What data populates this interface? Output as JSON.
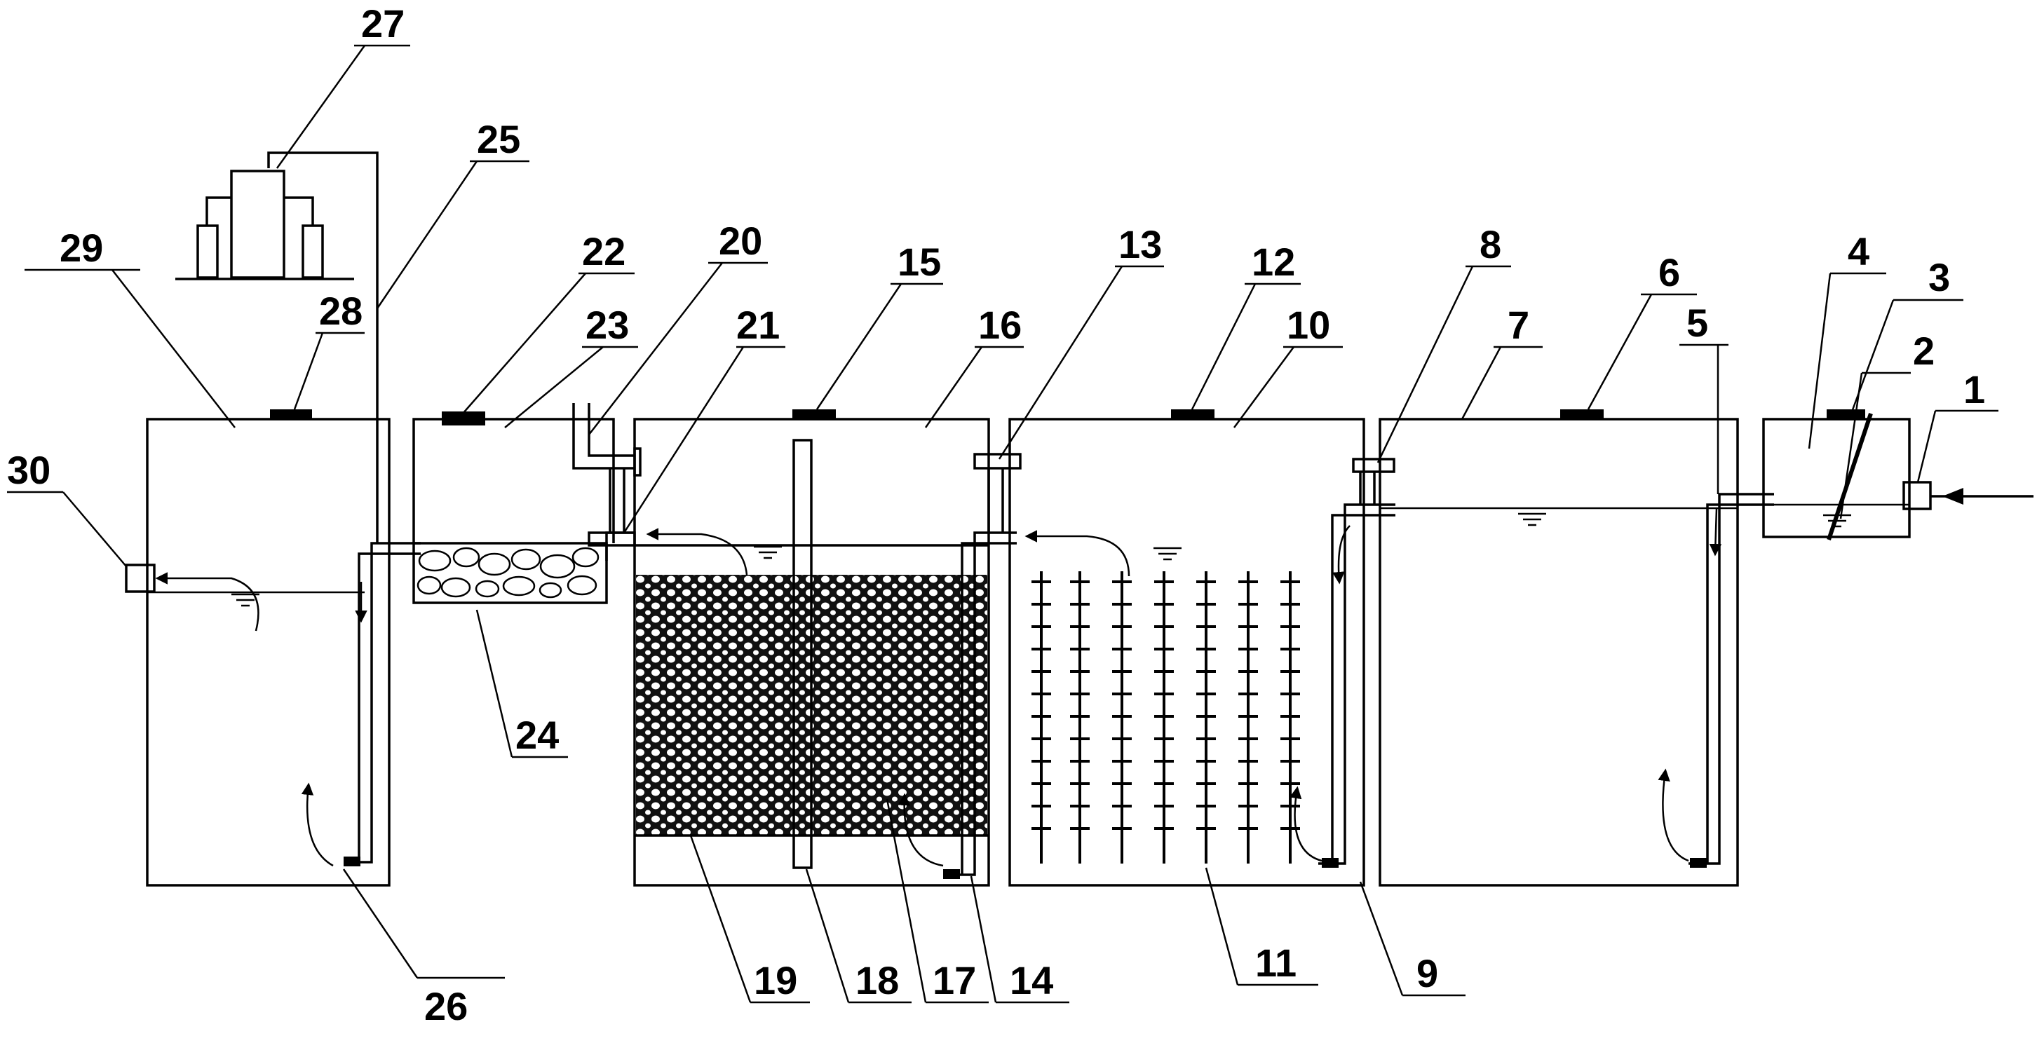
{
  "labels": {
    "l1": "1",
    "l2": "2",
    "l3": "3",
    "l4": "4",
    "l5": "5",
    "l6": "6",
    "l7": "7",
    "l8": "8",
    "l9": "9",
    "l10": "10",
    "l11": "11",
    "l12": "12",
    "l13": "13",
    "l14": "14",
    "l15": "15",
    "l16": "16",
    "l17": "17",
    "l18": "18",
    "l19": "19",
    "l20": "20",
    "l21": "21",
    "l22": "22",
    "l23": "23",
    "l24": "24",
    "l25": "25",
    "l26": "26",
    "l27": "27",
    "l28": "28",
    "l29": "29",
    "l30": "30"
  },
  "colors": {
    "line": "#000000",
    "background": "#ffffff"
  }
}
